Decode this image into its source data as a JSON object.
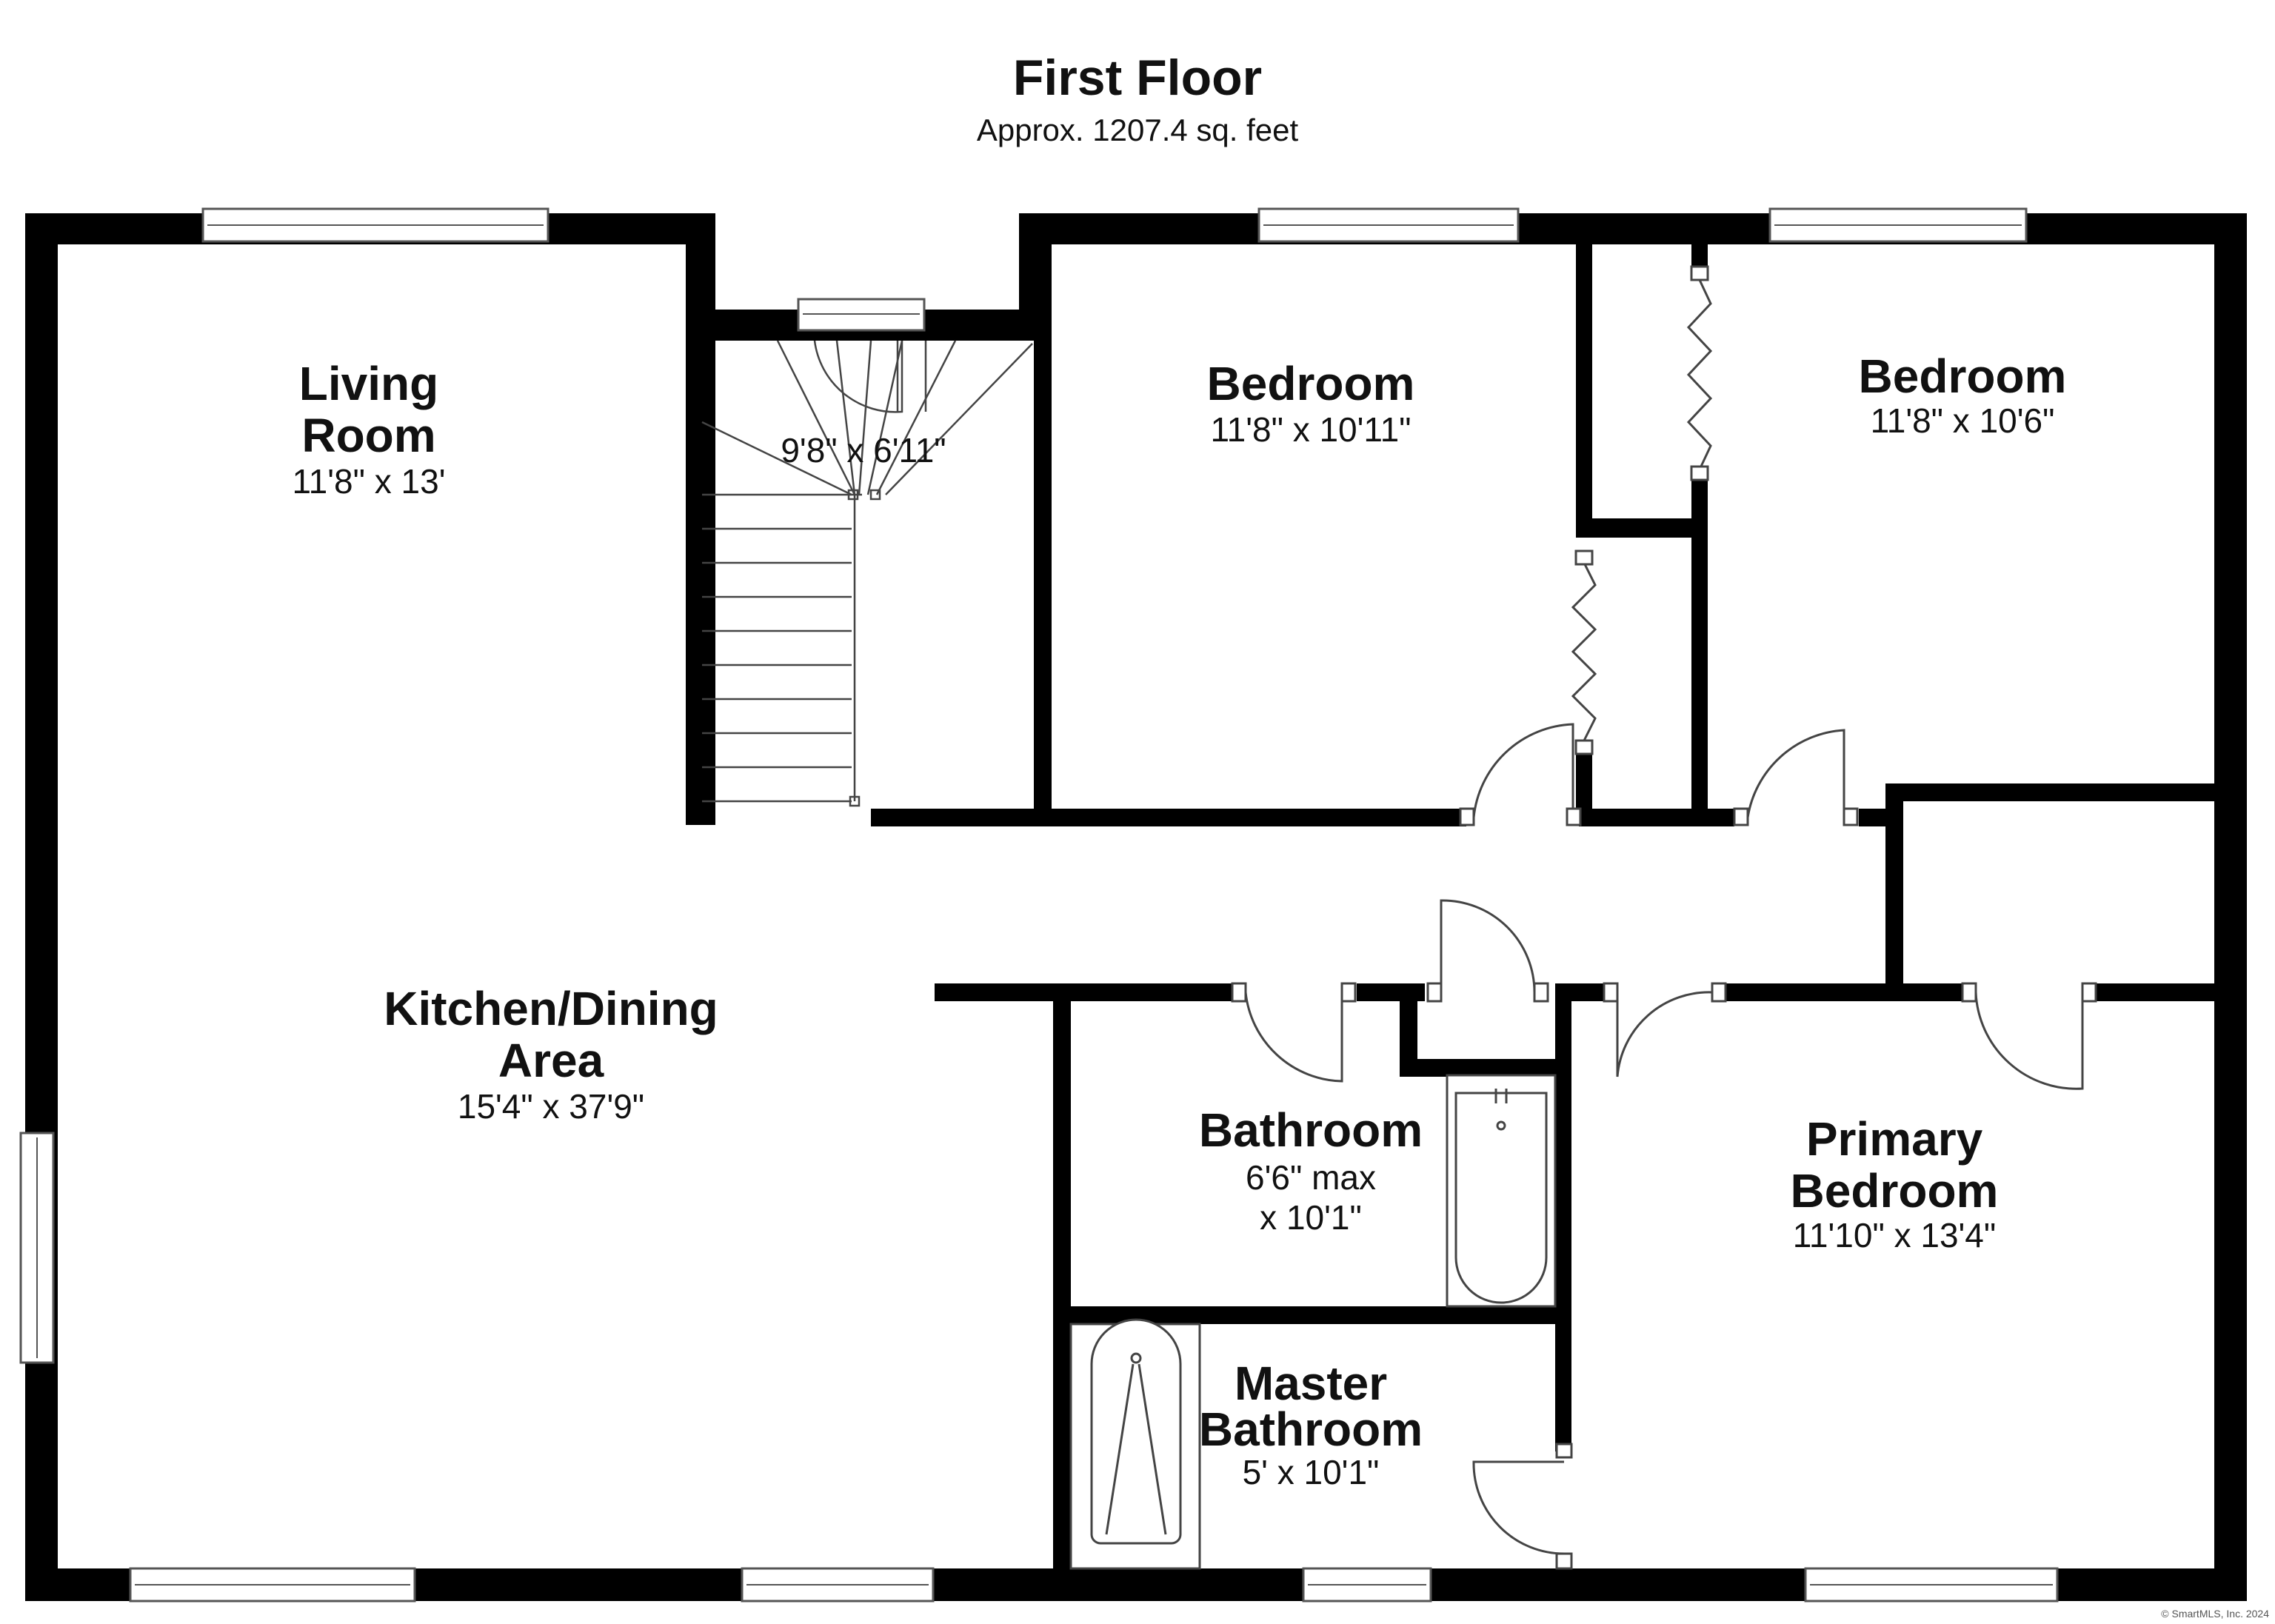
{
  "header": {
    "title": "First Floor",
    "subtitle": "Approx. 1207.4 sq. feet"
  },
  "rooms": {
    "living_room": {
      "name_line1": "Living",
      "name_line2": "Room",
      "dimensions": "11'8\" x 13'"
    },
    "stairs": {
      "dimensions": "9'8\" x 6'11\""
    },
    "bedroom_1": {
      "name": "Bedroom",
      "dimensions": "11'8\" x 10'11\""
    },
    "bedroom_2": {
      "name": "Bedroom",
      "dimensions": "11'8\" x 10'6\""
    },
    "kitchen_dining": {
      "name_line1": "Kitchen/Dining",
      "name_line2": "Area",
      "dimensions": "15'4\" x 37'9\""
    },
    "bathroom": {
      "name": "Bathroom",
      "dim_line1": "6'6\" max",
      "dim_line2": "x 10'1\""
    },
    "primary_bedroom": {
      "name_line1": "Primary",
      "name_line2": "Bedroom",
      "dimensions": "11'10\" x 13'4\""
    },
    "master_bathroom": {
      "name_line1": "Master",
      "name_line2": "Bathroom",
      "dimensions": "5' x 10'1\""
    }
  },
  "footer": {
    "copyright": "© SmartMLS, Inc. 2024"
  },
  "colors": {
    "wall": "#000000",
    "background": "#ffffff",
    "text": "#111111"
  }
}
